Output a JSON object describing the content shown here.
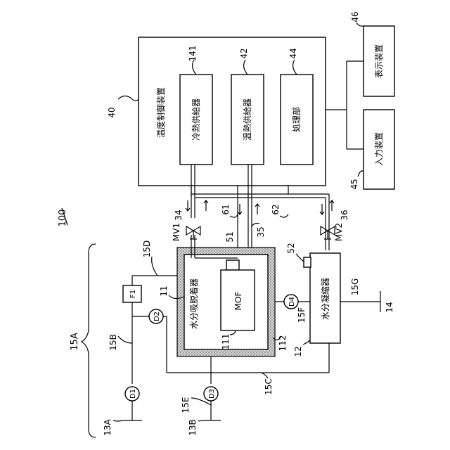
{
  "system_ref": "100",
  "group_ref": "15A",
  "controller": {
    "ref": "40",
    "label": "温度制御装置"
  },
  "cold_supplier": {
    "ref": "141",
    "label": "冷熱供給器"
  },
  "heat_supplier": {
    "ref": "42",
    "label": "温熱供給器"
  },
  "processor": {
    "ref": "44",
    "label": "処理部"
  },
  "display": {
    "ref": "46",
    "label": "表示装置"
  },
  "input": {
    "ref": "45",
    "label": "入力装置"
  },
  "adsorber": {
    "ref": "11",
    "label": "水分吸脱着器",
    "inner_ref": "111",
    "wall_ref": "112"
  },
  "mof": {
    "label": "MOF",
    "ref": "51"
  },
  "condenser": {
    "ref": "12",
    "label": "水分凝縮器",
    "sensor_ref": "52"
  },
  "valves": {
    "mv1": "MV1",
    "mv2": "MV2"
  },
  "detectors": {
    "d1": "D1",
    "d2": "D2",
    "d3": "D3",
    "d4": "D4"
  },
  "filter": "F1",
  "pipe_refs": {
    "p34": "34",
    "p35": "35",
    "p36": "36",
    "p61": "61",
    "p62": "62",
    "p13A": "13A",
    "p13B": "13B",
    "p14": "14",
    "p15B": "15B",
    "p15C": "15C",
    "p15D": "15D",
    "p15E": "15E",
    "p15F": "15F",
    "p15G": "15G"
  }
}
